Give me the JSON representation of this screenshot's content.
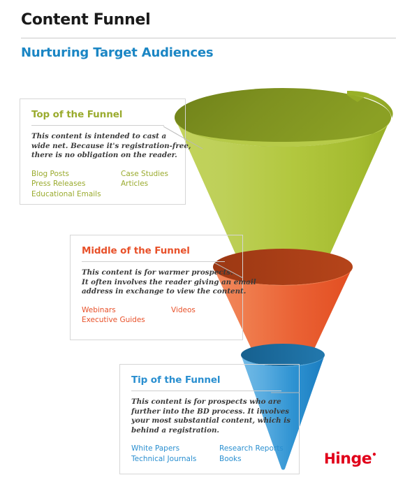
{
  "header": {
    "title": "Content Funnel",
    "subtitle": "Nurturing Target Audiences"
  },
  "colors": {
    "top": "#9aab2e",
    "middle": "#e8512a",
    "tip": "#2a8fd0",
    "subtitle_blue": "#1b86c4",
    "logo_red": "#e1001a",
    "rule_gray": "#c9c9c9",
    "box_border": "#d6d6d6",
    "funnel_green_light": "#b5ca3f",
    "funnel_green_dark": "#7d8f22",
    "funnel_orange_light": "#f07b4e",
    "funnel_orange_dark": "#e8512a",
    "funnel_orange_rim": "#a53c18",
    "funnel_blue_light": "#5cade0",
    "funnel_blue_dark": "#1a7cc0"
  },
  "sections": [
    {
      "id": "top",
      "heading": "Top of the Funnel",
      "body": [
        "This content is intended to cast a",
        "wide net. Because it's registration-free,",
        "there is no obligation on the reader."
      ],
      "tags": [
        "Blog Posts",
        "Case Studies",
        "Press Releases",
        "Articles",
        "Educational Emails"
      ]
    },
    {
      "id": "middle",
      "heading": "Middle of the Funnel",
      "body": [
        "This content is for warmer prospects.",
        "It often involves the reader giving an email",
        "address in exchange to view the content."
      ],
      "tags": [
        "Webinars",
        "Videos",
        "Executive Guides"
      ]
    },
    {
      "id": "tip",
      "heading": "Tip of the Funnel",
      "body": [
        "This content is for prospects who are",
        "further into the BD process. It involves",
        "your most substantial content, which is",
        "behind a registration."
      ],
      "tags": [
        "White Papers",
        "Research Reports",
        "Technical Journals",
        "Books"
      ]
    }
  ],
  "logo": {
    "cap": "H",
    "rest": "inge",
    "dot": "•"
  }
}
